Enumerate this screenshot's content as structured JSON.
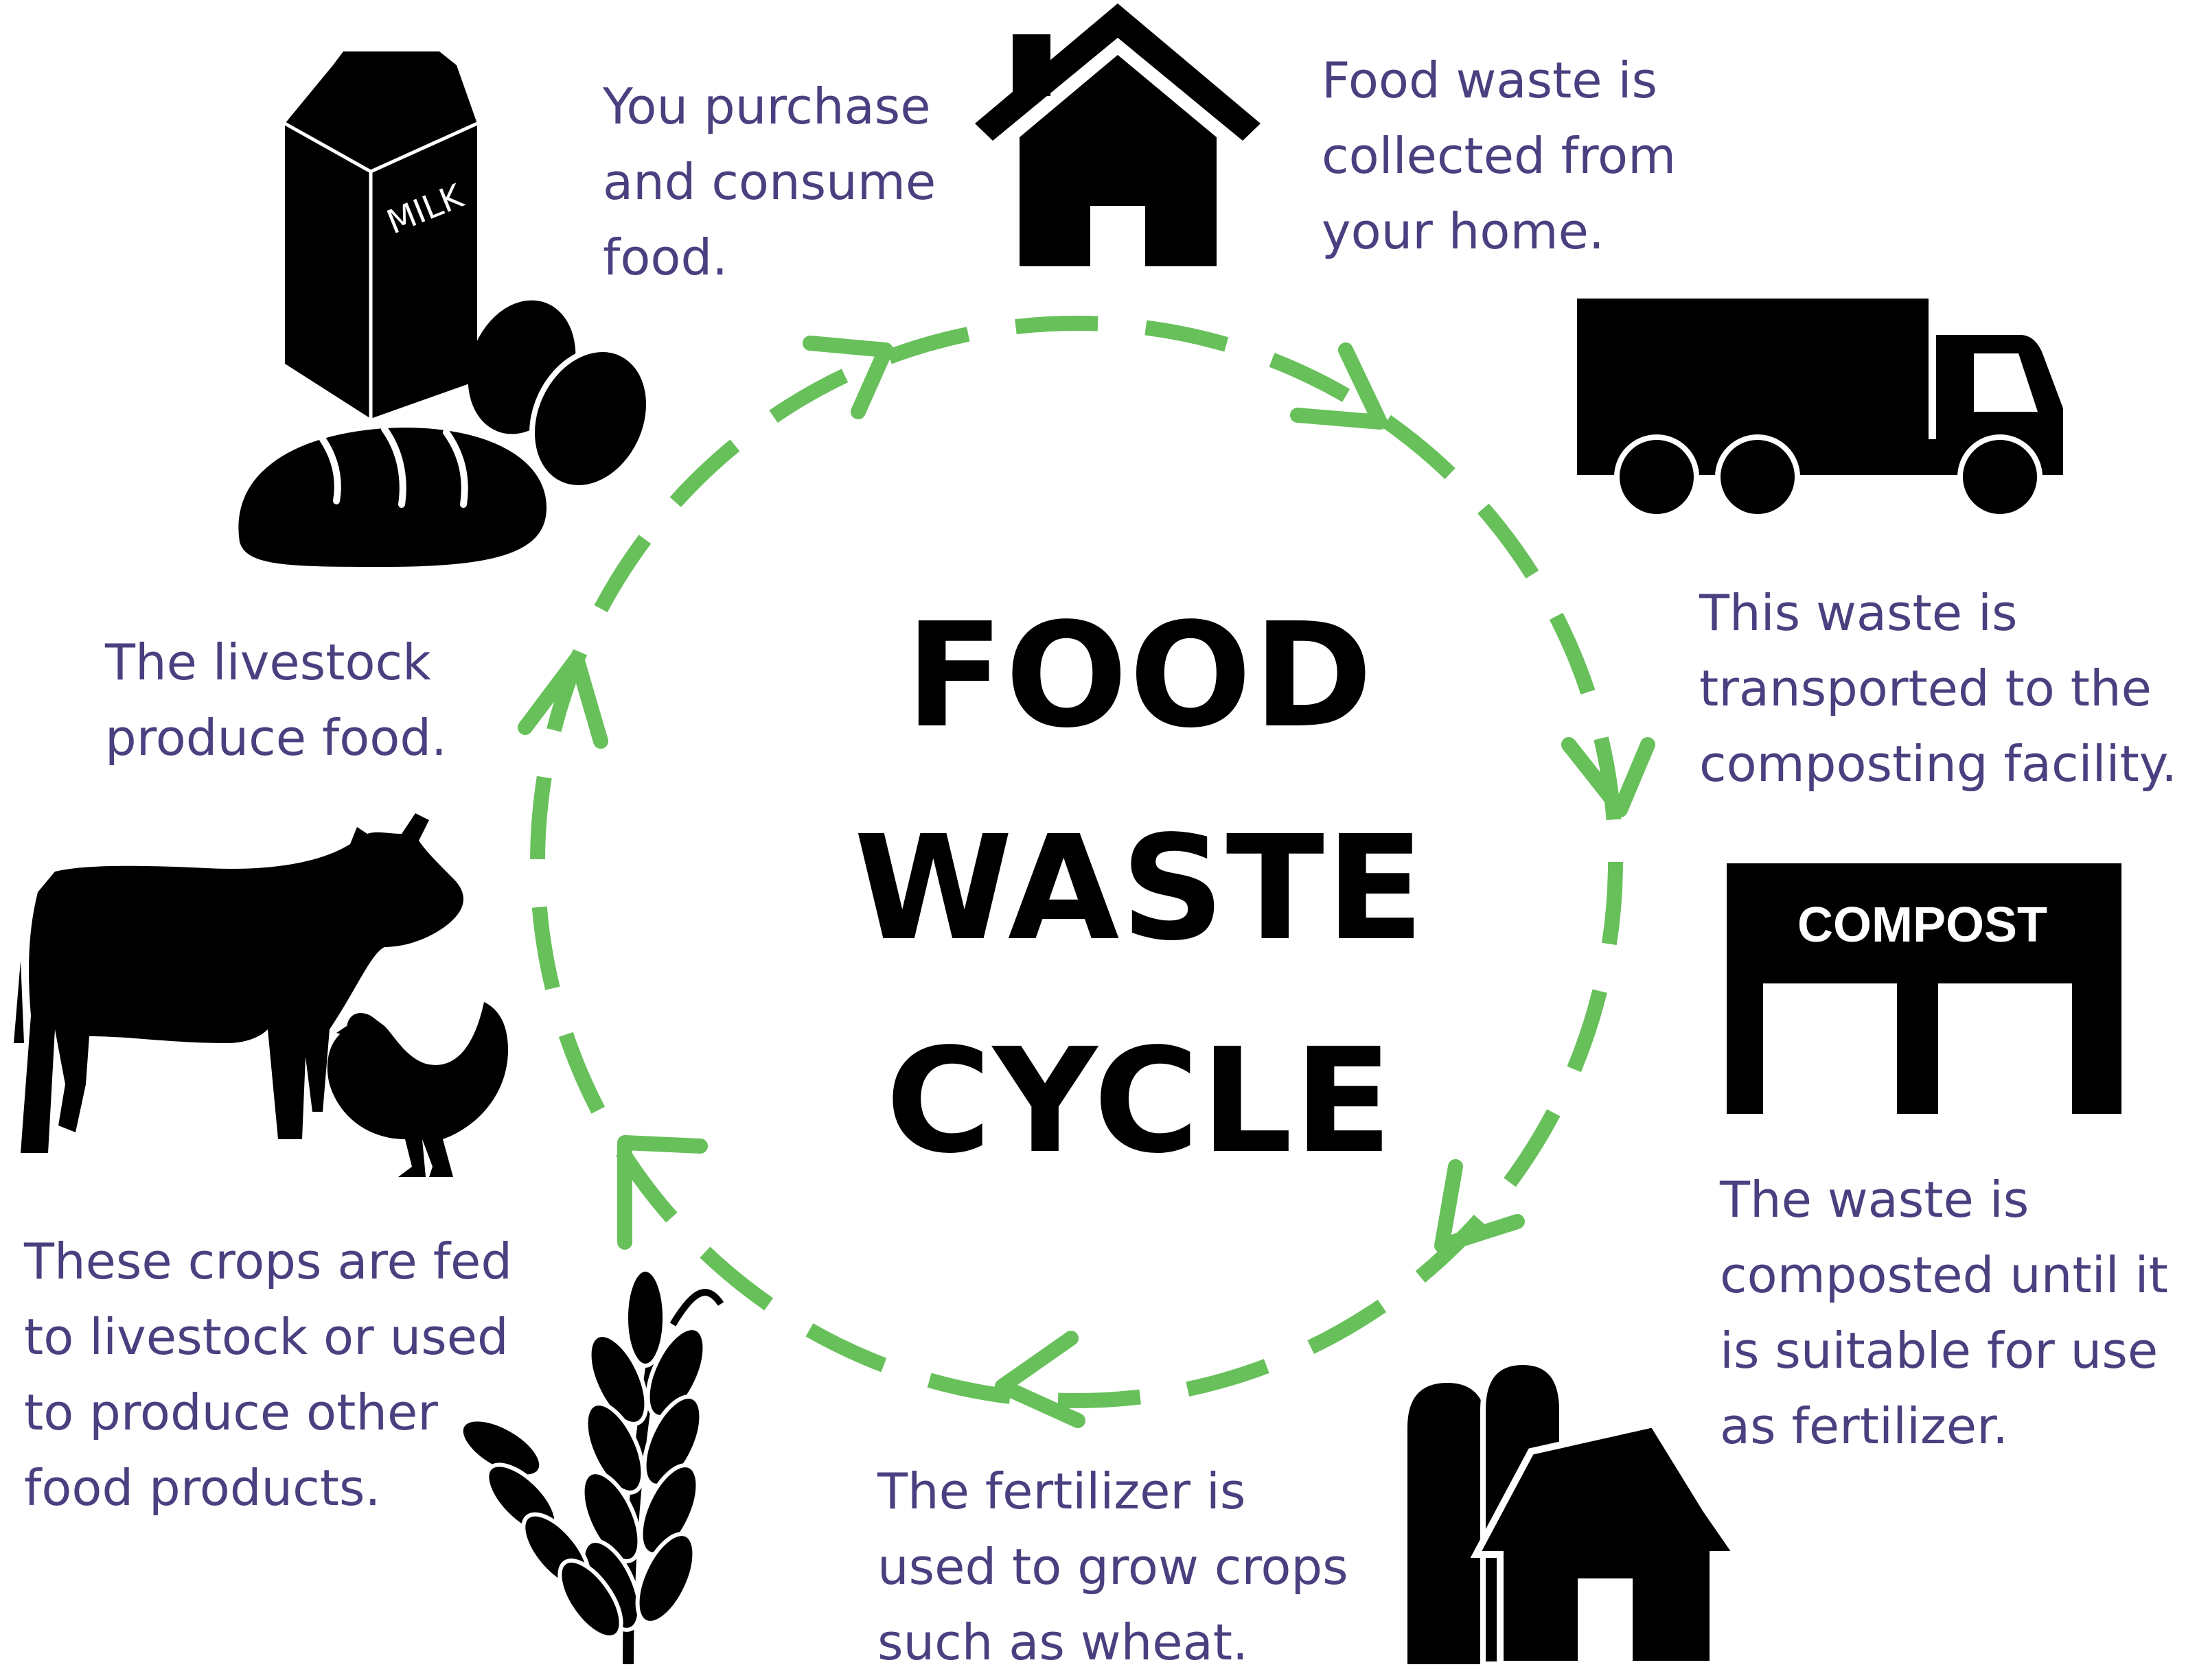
{
  "title": {
    "line1": "FOOD",
    "line2": "WASTE",
    "line3": "CYCLE"
  },
  "colors": {
    "arrow": "#67c05a",
    "caption": "#4b3f80",
    "icon": "#000000"
  },
  "icons": {
    "milk_label": "MILK",
    "compost_label": "COMPOST"
  },
  "steps": [
    {
      "id": "purchase",
      "icon": "groceries-icon",
      "lines": [
        "You purchase",
        "and consume",
        "food."
      ]
    },
    {
      "id": "collect",
      "icon": "house-icon",
      "lines": [
        "Food waste is",
        "collected from",
        "your home."
      ]
    },
    {
      "id": "transport",
      "icon": "truck-icon",
      "lines": [
        "This waste is",
        "transported to the",
        "composting facility."
      ]
    },
    {
      "id": "compost",
      "icon": "compost-facility-icon",
      "lines": [
        "The waste is",
        "composted until it",
        "is suitable for use",
        "as fertilizer."
      ]
    },
    {
      "id": "fertilize",
      "icon": "barn-silo-icon",
      "lines": [
        "The fertilizer is",
        "used to grow crops",
        "such as wheat."
      ]
    },
    {
      "id": "crops",
      "icon": "wheat-icon",
      "lines": [
        "These crops are fed",
        "to livestock or used",
        "to produce other",
        "food products."
      ]
    },
    {
      "id": "livestock",
      "icon": "cow-chicken-icon",
      "lines": [
        "The livestock",
        "produce food."
      ]
    }
  ]
}
